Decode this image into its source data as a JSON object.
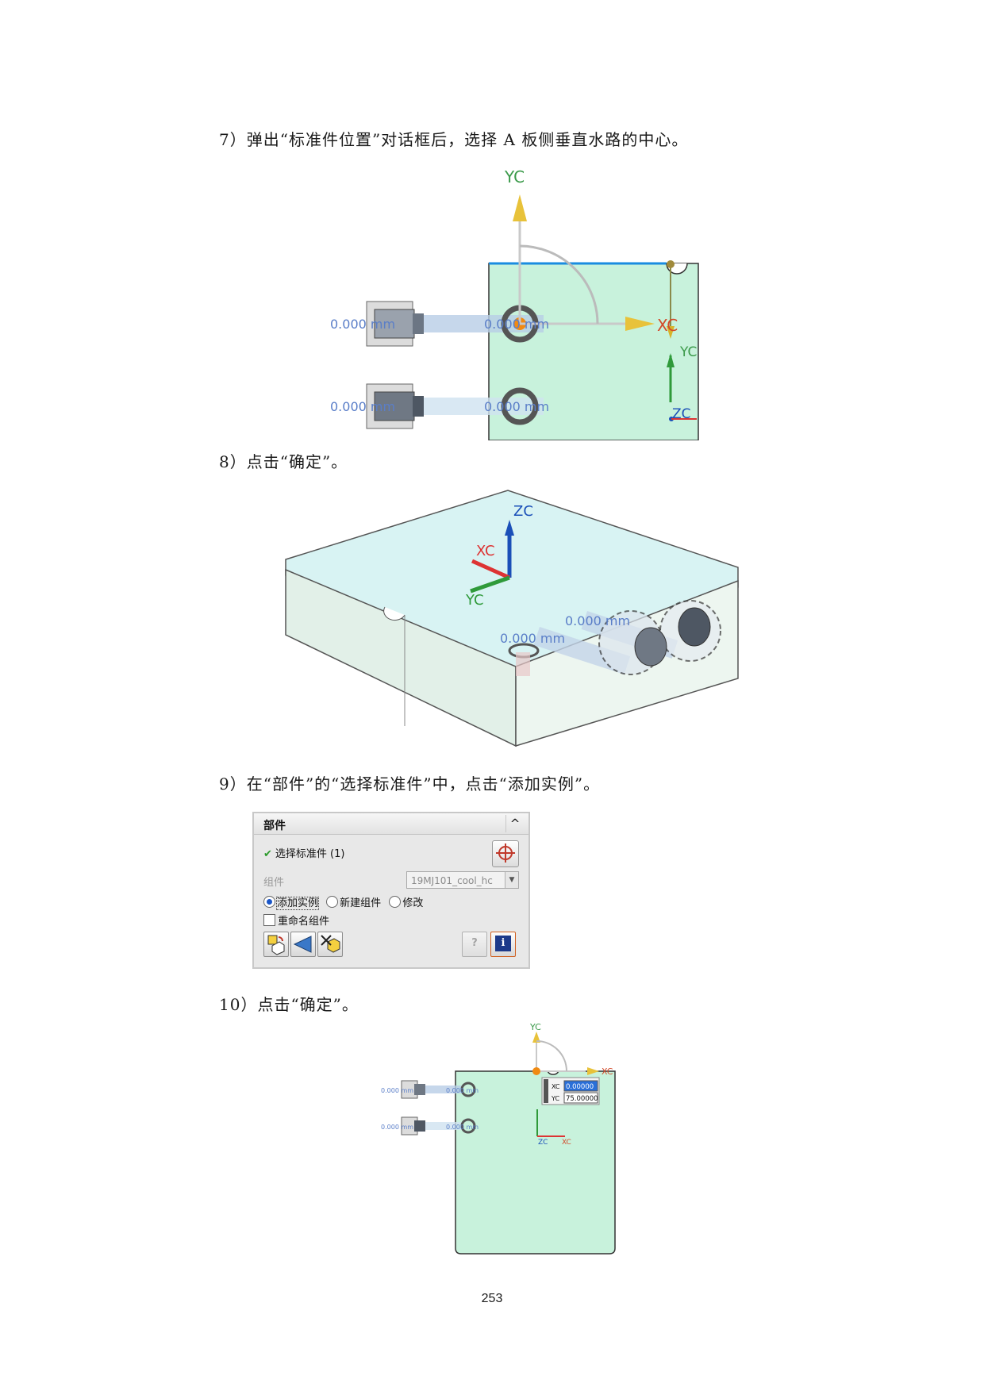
{
  "steps": {
    "s7": "7）弹出“标准件位置”对话框后，选择 A 板侧垂直水路的中心。",
    "s8": "8）点击“确定”。",
    "s9": "9）在“部件”的“选择标准件”中，点击“添加实例”。",
    "s10": "10）点击“确定”。"
  },
  "fig1": {
    "yc_label": "YC",
    "xc_label": "XC",
    "yc2_label": "YC",
    "zc_label": "ZC",
    "dim_label": "0.000 mm"
  },
  "fig2": {
    "zc_label": "ZC",
    "xc_label": "XC",
    "yc_label": "YC",
    "dim_label": "0.000 mm"
  },
  "dialog": {
    "title": "部件",
    "collapse": "^",
    "select_std": "选择标准件 (1)",
    "component_label": "组件",
    "component_value": "19MJ101_cool_hc",
    "radio_add": "添加实例",
    "radio_new": "新建组件",
    "radio_modify": "修改",
    "rename_label": "重命名组件",
    "help_icon": "?",
    "info_icon": "i"
  },
  "fig4": {
    "yc_label": "YC",
    "xc_label": "XC",
    "zc_label": "ZC",
    "xc2_label": "XC",
    "xc_field_label": "XC",
    "xc_value": "0.00000",
    "yc_field_label": "YC",
    "yc_value": "75.00000",
    "dim_label": "0.000 mm"
  },
  "page_number": "253",
  "colors": {
    "plate": "#c8f2dc",
    "plate_top": "#d6f4f4",
    "axis_x": "#e0b32a",
    "axis_z": "#1a4fb8",
    "axis_g": "#2f9a3a",
    "text": "#1a1a1a"
  }
}
